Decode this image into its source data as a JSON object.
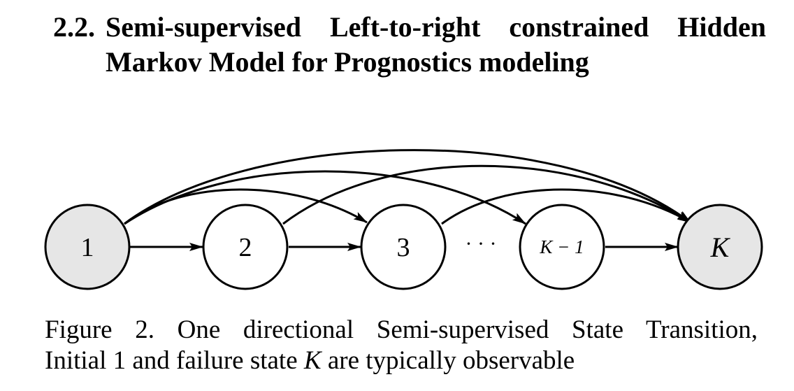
{
  "section": {
    "number": "2.2.",
    "title_line1": "Semi-supervised Left-to-right constrained Hidden",
    "title_line2": "Markov Model for Prognostics modeling"
  },
  "diagram": {
    "nodes": [
      {
        "id": "n1",
        "label": "1",
        "shaded": true
      },
      {
        "id": "n2",
        "label": "2",
        "shaded": false
      },
      {
        "id": "n3",
        "label": "3",
        "shaded": false
      },
      {
        "id": "nk1",
        "label": "K − 1",
        "shaded": false
      },
      {
        "id": "nk",
        "label": "K",
        "shaded": true
      }
    ],
    "ellipsis": "· · ·",
    "shaded_fill": "#e6e6e6",
    "stroke_color": "#000000"
  },
  "caption": {
    "line1": "Figure 2.  One directional Semi-supervised State Transition,",
    "line2_pre": "Initial 1 and failure state ",
    "line2_var": "K",
    "line2_post": " are typically observable"
  }
}
